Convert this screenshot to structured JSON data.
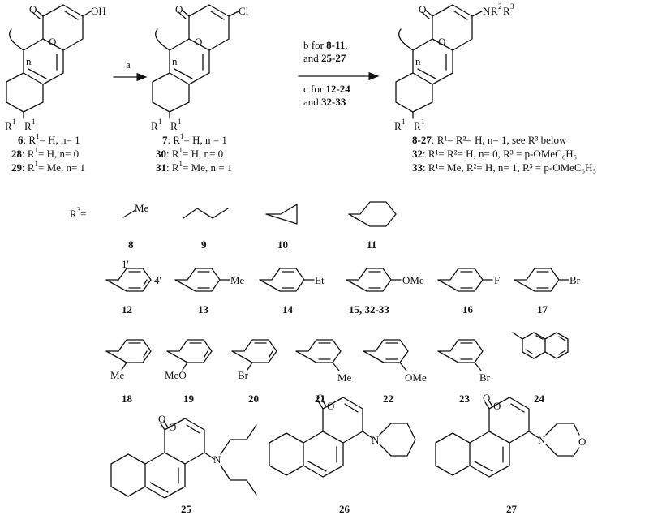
{
  "scheme": {
    "step_a": "a",
    "step_b_line1": "b for ",
    "step_b_bold1": "8-11",
    "step_b_comma": ",",
    "step_b_line2": "and ",
    "step_b_bold2": "25-27",
    "step_c_line1": "c for ",
    "step_c_bold1": "12-24",
    "step_c_line2": "and ",
    "step_c_bold2": "32-33",
    "atoms": {
      "O": "O",
      "OH": "OH",
      "Cl": "Cl",
      "N": "N",
      "n": "n",
      "R": "R",
      "one": "1",
      "two": "2",
      "three": "3",
      "prime1": "1'",
      "prime4": "4'"
    },
    "legend_start": [
      {
        "id": "6",
        "rest": ": R",
        "eq": "= H, n= 1"
      },
      {
        "id": "28",
        "rest": ": R",
        "eq": "= H, n= 0"
      },
      {
        "id": "29",
        "rest": ": R",
        "eq": "= Me, n= 1"
      }
    ],
    "legend_chloro": [
      {
        "id": "7",
        "rest": ": R",
        "eq": "= H, n = 1"
      },
      {
        "id": "30",
        "rest": ": R",
        "eq": "= H, n= 0"
      },
      {
        "id": "31",
        "rest": ": R",
        "eq": "= Me, n = 1"
      }
    ],
    "legend_product": [
      {
        "id": "8-27",
        "text": ": R¹= R²= H, n= 1, see R³ below"
      },
      {
        "id": "32",
        "text": ": R¹= R²= H, n= 0, R³ = p-OMeC₆H₅"
      },
      {
        "id": "33",
        "text": ": R¹= Me, R²= H, n= 1, R³ = p-OMeC₆H₅"
      }
    ],
    "r3_label": "R",
    "r3_eq": "=",
    "substituents": {
      "me": "Me",
      "et": "Et",
      "ome": "OMe",
      "f": "F",
      "br": "Br",
      "meo": "MeO"
    },
    "compound_ids": {
      "c8": "8",
      "c9": "9",
      "c10": "10",
      "c11": "11",
      "c12": "12",
      "c13": "13",
      "c14": "14",
      "c15": "15, 32-33",
      "c16": "16",
      "c17": "17",
      "c18": "18",
      "c19": "19",
      "c20": "20",
      "c21": "21",
      "c22": "22",
      "c23": "23",
      "c24": "24",
      "c25": "25",
      "c26": "26",
      "c27": "27"
    }
  }
}
